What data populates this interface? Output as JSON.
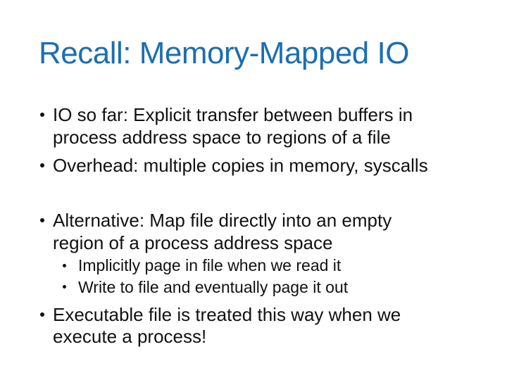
{
  "slide": {
    "title": "Recall: Memory-Mapped IO",
    "colors": {
      "title": "#1C6EB2",
      "body_text": "#111111",
      "background": "#FFFFFF"
    },
    "bullets": [
      {
        "level": 1,
        "lines": [
          "IO so far: Explicit transfer between buffers in",
          "process address space to regions of a file"
        ]
      },
      {
        "level": 1,
        "lines": [
          "Overhead: multiple copies in memory, syscalls"
        ]
      },
      {
        "level": 1,
        "lines": [
          "Alternative: Map file directly into an empty",
          "region of a process address space"
        ]
      },
      {
        "level": 2,
        "lines": [
          "Implicitly page in file when we read it"
        ]
      },
      {
        "level": 2,
        "lines": [
          "Write to file and eventually page it out"
        ]
      },
      {
        "level": 1,
        "lines": [
          "Executable file is treated this way when we",
          "execute a process!"
        ]
      }
    ]
  }
}
